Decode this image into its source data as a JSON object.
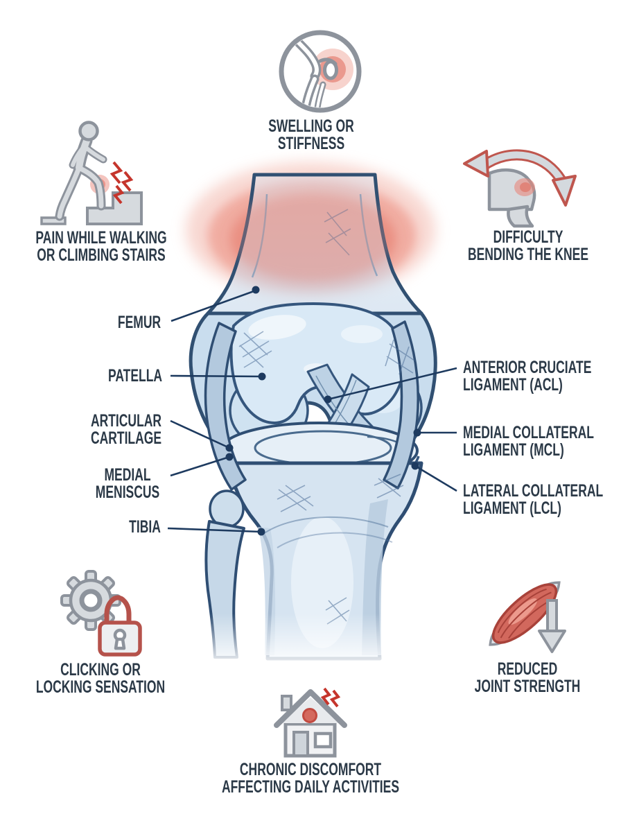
{
  "page": {
    "background": "#ffffff"
  },
  "colors": {
    "label_text": "#2b3947",
    "leader_line": "#1d3a5f",
    "icon_gray": "#8d939c",
    "icon_gray_fill": "#d6dade",
    "alert_red": "#c5352c",
    "soft_red": "#bf564e",
    "pain_glow": "#eb9184",
    "bone_light": "#d6e4f1",
    "bone_outline": "#2f4e73"
  },
  "icons": {
    "top": "knee-joint-swelling-icon",
    "upper_left": "stair-climbing-figure-icon",
    "upper_right": "knee-bend-arrow-icon",
    "lower_left": "gear-lock-icon",
    "lower_right": "muscle-weakness-down-arrow-icon",
    "bottom": "house-pain-icon"
  },
  "symptoms": {
    "swelling": {
      "line1": "SWELLING OR",
      "line2": "STIFFNESS"
    },
    "pain_walking": {
      "line1": "PAIN WHILE WALKING",
      "line2": "OR CLIMBING STAIRS"
    },
    "difficulty_bending": {
      "line1": "DIFFICULTY",
      "line2": "BENDING THE KNEE"
    },
    "clicking_locking": {
      "line1": "CLICKING OR",
      "line2": "LOCKING SENSATION"
    },
    "reduced_strength": {
      "line1": "REDUCED",
      "line2": "JOINT STRENGTH"
    },
    "chronic_discomfort": {
      "line1": "CHRONIC DISCOMFORT",
      "line2": "AFFECTING DAILY ACTIVITIES"
    }
  },
  "anatomy": {
    "femur": {
      "line1": "FEMUR"
    },
    "patella": {
      "line1": "PATELLA"
    },
    "articular_cartilage": {
      "line1": "ARTICULAR",
      "line2": "CARTILAGE"
    },
    "medial_meniscus": {
      "line1": "MEDIAL",
      "line2": "MENISCUS"
    },
    "tibia": {
      "line1": "TIBIA"
    },
    "acl": {
      "line1": "ANTERIOR CRUCIATE",
      "line2": "LIGAMENT (ACL)"
    },
    "mcl": {
      "line1": "MEDIAL COLLATERAL",
      "line2": "LIGAMENT (MCL)"
    },
    "lcl": {
      "line1": "LATERAL COLLATERAL",
      "line2": "LIGAMENT (LCL)"
    }
  }
}
